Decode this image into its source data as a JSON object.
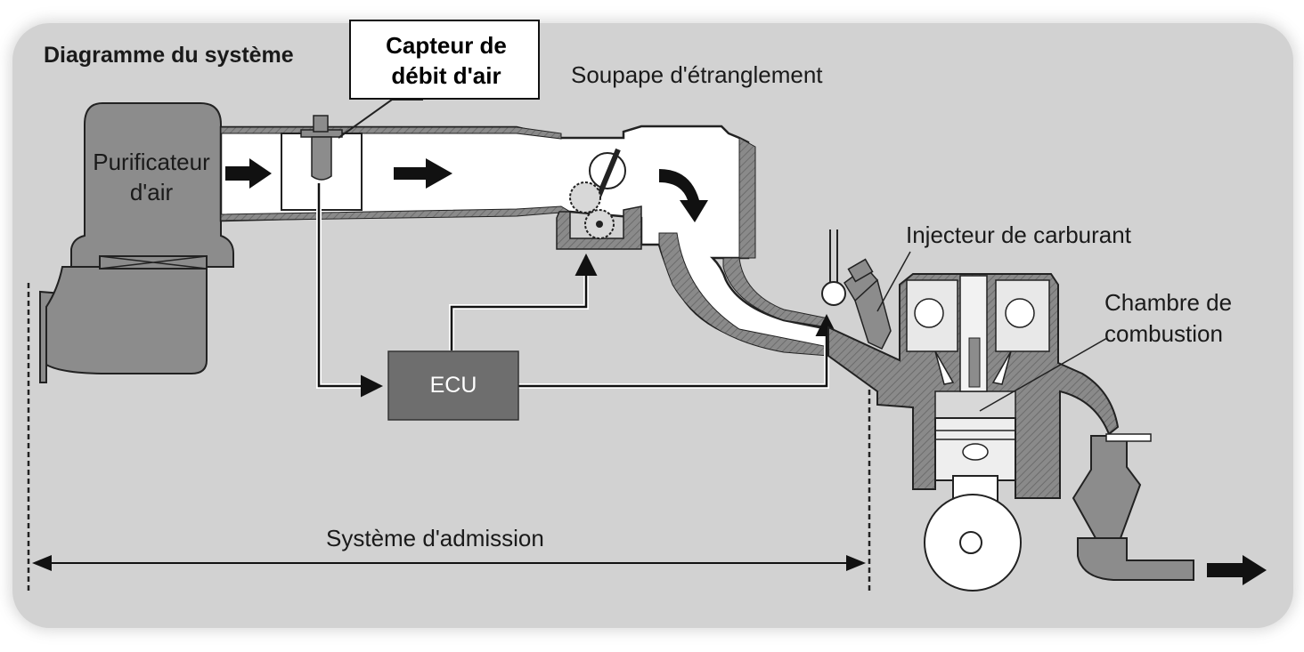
{
  "title": "Diagramme du système",
  "labels": {
    "air_flow_sensor_line1": "Capteur de",
    "air_flow_sensor_line2": "débit d'air",
    "throttle_valve": "Soupape d'étranglement",
    "air_cleaner_line1": "Purificateur",
    "air_cleaner_line2": "d'air",
    "fuel_injector": "Injecteur de carburant",
    "combustion_chamber_line1": "Chambre de",
    "combustion_chamber_line2": "combustion",
    "ecu": "ECU",
    "intake_system": "Système d'admission"
  },
  "colors": {
    "background_panel": "#d2d2d2",
    "component_gray": "#8c8c8c",
    "ecu_box": "#6e6e6e",
    "pipe_white": "#ffffff",
    "outline": "#222222"
  }
}
